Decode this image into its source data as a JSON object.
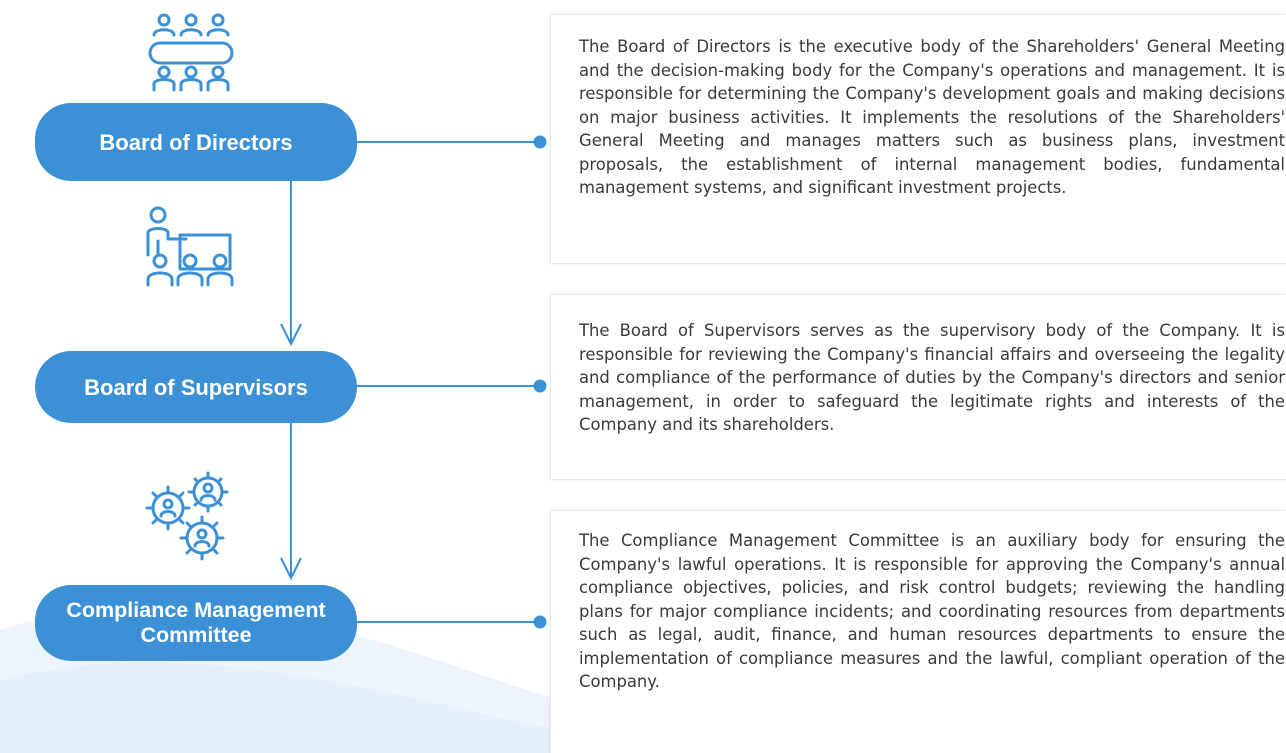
{
  "colors": {
    "accent": "#3c91d6",
    "text": "#3a3a3a",
    "background_wave": "#eaf2fb"
  },
  "nodes": [
    {
      "label": "Board of Directors",
      "icon": "meeting-table-icon",
      "description": "The Board of Directors is the executive body of the Shareholders' General Meeting and the decision-making body for the Company's operations and management. It is responsible for determining the Company's development goals and making decisions on major business activities. It implements the resolutions of the Shareholders' General Meeting and manages matters such as business plans, investment proposals, the establishment of internal management bodies, fundamental management systems, and significant investment projects."
    },
    {
      "label": "Board of Supervisors",
      "icon": "presenter-audience-icon",
      "description": "The Board of Supervisors serves as the supervisory body of the Company. It is responsible for reviewing the Company's financial affairs and overseeing the legality and compliance of the performance of duties by the Company's directors and senior management, in order to safeguard the legitimate rights and interests of the Company and its shareholders."
    },
    {
      "label": "Compliance Management Committee",
      "icon": "gears-people-icon",
      "description": "The Compliance Management Committee is an auxiliary body for ensuring the Company's lawful operations. It is responsible for approving the Company's annual compliance objectives, policies, and risk control budgets; reviewing the handling plans for major compliance incidents; and coordinating resources from departments such as legal, audit, finance, and human resources departments to ensure the implementation of compliance measures and the lawful, compliant operation of the Company."
    }
  ]
}
